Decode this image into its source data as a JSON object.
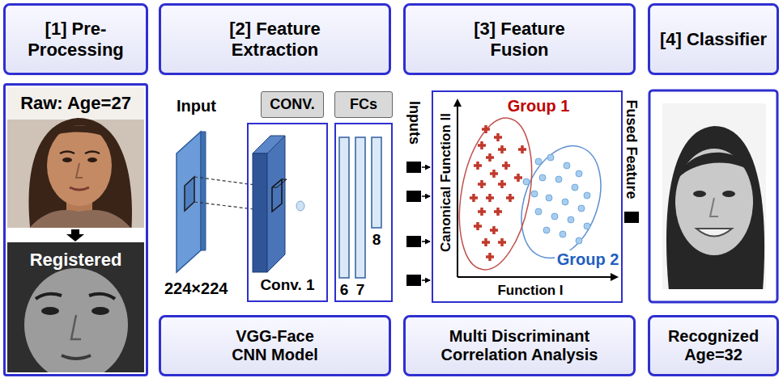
{
  "diagram": {
    "nodes": [
      {
        "text": [
          "[1] Pre-Processing"
        ]
      },
      {
        "text": [
          "[2] Feature Extraction"
        ]
      },
      {
        "text": [
          "[3] Feature Fusion"
        ]
      },
      {
        "text": [
          "[4] Classifier"
        ]
      },
      {
        "text": [
          "Raw: Age=27",
          "Registered"
        ]
      },
      {
        "text": [
          "CONV."
        ]
      },
      {
        "text": [
          "FCs"
        ]
      },
      {
        "text": [
          "Conv. 1"
        ]
      },
      {
        "text": [
          "8",
          "6",
          "7"
        ]
      },
      {
        "text": [
          "Group 1",
          "Canonical Function II",
          "Group 2",
          "Function I"
        ]
      },
      {
        "text": [
          "VGG-Face CNN Model"
        ]
      },
      {
        "text": [
          "Multi Discriminant Correlation Analysis"
        ]
      },
      {
        "text": [
          "Recognized Age=32"
        ]
      }
    ],
    "labels": [
      "Input",
      "224×224",
      "Inputs",
      "Fused Feature"
    ]
  }
}
